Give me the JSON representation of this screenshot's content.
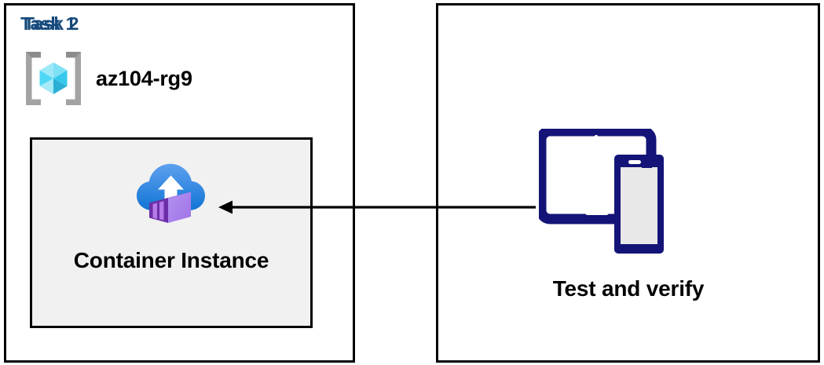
{
  "diagram": {
    "background_color": "#FFFFFF",
    "panel_border_color": "#000000",
    "title_color": "#15497B",
    "inner_box_fill": "#F1F1F1",
    "arrow_color": "#000000",
    "device_icon_color": "#141478"
  },
  "panels": [
    {
      "id": "task1",
      "title": "Task 1",
      "resource_group": {
        "icon": "azure-resource-group-icon",
        "label": "az104-rg9"
      },
      "resource": {
        "icon": "azure-container-instance-icon",
        "label": "Container Instance"
      }
    },
    {
      "id": "task2",
      "title": "Task 2",
      "action": {
        "icon": "tablet-and-phone-devices-icon",
        "label": "Test and verify"
      }
    }
  ],
  "connector": {
    "name": "arrow-task2-to-container-instance",
    "direction": "right-to-left",
    "from": "Test and verify",
    "to": "Container Instance"
  }
}
